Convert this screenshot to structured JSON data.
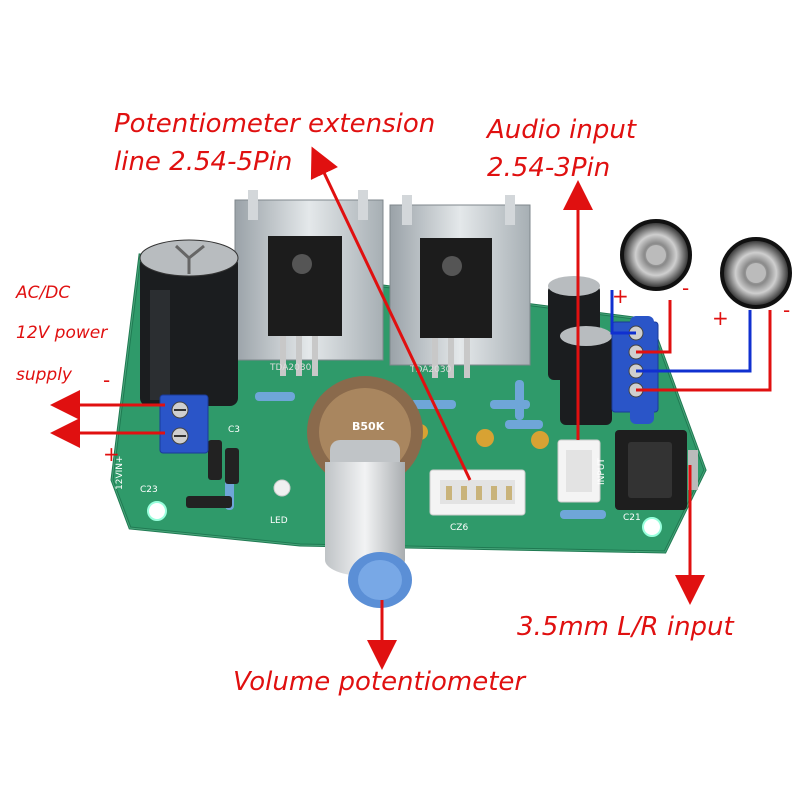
{
  "labels": {
    "pot_extension_line1": "Potentiometer extension",
    "pot_extension_line2": "line 2.54-5Pin",
    "audio_input_line1": "Audio input",
    "audio_input_line2": "2.54-3Pin",
    "power_line1": "AC/DC",
    "power_line2": "12V power",
    "power_line3": "supply",
    "power_minus": "-",
    "power_plus": "+",
    "lr_input": "3.5mm L/R input",
    "volume_pot": "Volume potentiometer",
    "speaker1_plus": "+",
    "speaker1_minus": "-",
    "speaker2_plus": "+",
    "speaker2_minus": "-"
  },
  "board_markings": {
    "pot_value": "B50K",
    "chip_1": "TDA2030",
    "chip_2": "TDA2030",
    "connector_cz6": "CZ6",
    "connector_input": "INPUT",
    "led": "LED",
    "cap_c23": "C23",
    "cap_c3": "C3",
    "cap_c21": "C21",
    "rating_12v": "12VIN+"
  },
  "colors": {
    "annotation": "#e01010",
    "pcb": "#2f9a6a",
    "wire_blue": "#1030d0",
    "wire_red": "#e01010"
  }
}
